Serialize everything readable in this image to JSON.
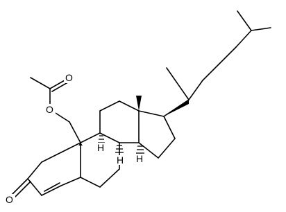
{
  "atoms": {
    "ester_O": "O",
    "carbonyl_O": "O",
    "ketone_O": "O",
    "H_9": "H",
    "H_8": "H",
    "H_14": "H"
  },
  "colors": {
    "bond": "#000000",
    "background": "#ffffff"
  }
}
